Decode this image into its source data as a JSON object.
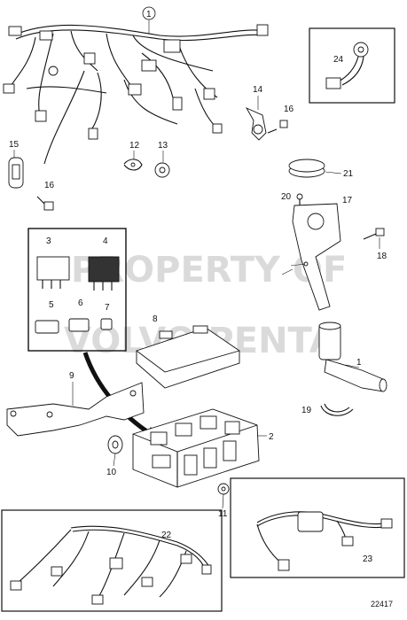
{
  "labels": {
    "l1": "1",
    "l1b": "1",
    "l2": "2",
    "l3": "3",
    "l4": "4",
    "l5": "5",
    "l6": "6",
    "l7": "7",
    "l8": "8",
    "l9": "9",
    "l10": "10",
    "l11": "11",
    "l12": "12",
    "l13": "13",
    "l14": "14",
    "l15": "15",
    "l16": "16",
    "l16b": "16",
    "l17": "17",
    "l18": "18",
    "l19": "19",
    "l20": "20",
    "l21": "21",
    "l22": "22",
    "l23": "23",
    "l24": "24"
  },
  "watermark": {
    "line1": "PROPERTY OF",
    "line2": "VOLVO PENTA"
  },
  "figure_number": "22417"
}
